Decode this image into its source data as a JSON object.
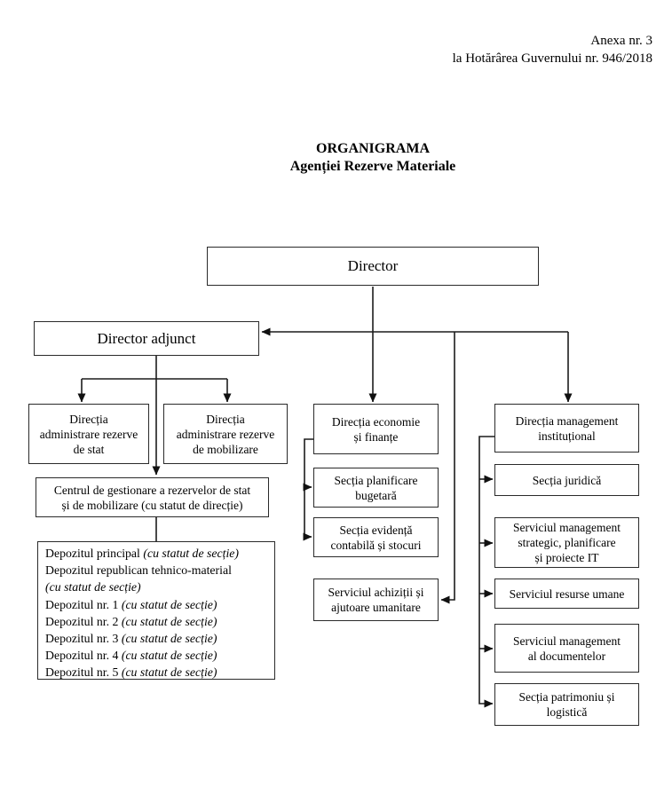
{
  "header": {
    "annex_line1": "Anexa nr. 3",
    "annex_line2": "la Hotărârea Guvernului nr. 946/2018",
    "title_line1": "ORGANIGRAMA",
    "title_line2": "Agenției Rezerve Materiale"
  },
  "nodes": {
    "director": "Director",
    "director_adjunct": "Director adjunct",
    "dir_rezerve_stat": "Direcția\nadministrare rezerve\nde stat",
    "dir_rezerve_mobilizare": "Direcția\nadministrare rezerve\nde mobilizare",
    "centrul": "Centrul de gestionare a rezervelor de stat\nși de mobilizare (cu statut de direcție)",
    "dir_economie": "Direcția economie\nși finanțe",
    "sectia_planificare": "Secția planificare\nbugetară",
    "sectia_evidenta": "Secția evidență\ncontabilă și stocuri",
    "serviciul_achizitii": "Serviciul achiziții și\najutoare umanitare",
    "dir_management": "Direcția management\ninstituțional",
    "sectia_juridica": "Secția juridică",
    "serviciul_strategic": "Serviciul management\nstrategic, planificare\nși proiecte IT",
    "serviciul_resurse": "Serviciul resurse umane",
    "serviciul_documente": "Serviciul management\nal documentelor",
    "sectia_patrimoniu": "Secția patrimoniu și\nlogistică"
  },
  "depot": {
    "items": [
      {
        "name": "Depozitul principal",
        "note": "(cu statut de secție)"
      },
      {
        "name": "Depozitul republican tehnico-material",
        "note": "(cu statut de secție)"
      },
      {
        "name": "Depozitul nr. 1",
        "note": "(cu statut de secție)"
      },
      {
        "name": "Depozitul nr. 2",
        "note": "(cu statut de secție)"
      },
      {
        "name": "Depozitul nr. 3",
        "note": "(cu statut de secție)"
      },
      {
        "name": "Depozitul nr. 4",
        "note": "(cu statut de secție)"
      },
      {
        "name": "Depozitul nr. 5",
        "note": "(cu statut de secție)"
      }
    ]
  },
  "edges": [
    {
      "from": "Director",
      "to": "Director adjunct"
    },
    {
      "from": "Director",
      "to": "Direcția economie și finanțe"
    },
    {
      "from": "Director",
      "to": "Direcția management instituțional"
    },
    {
      "from": "Director",
      "to": "Serviciul achiziții și ajutoare umanitare"
    },
    {
      "from": "Director adjunct",
      "to": "Direcția administrare rezerve de stat"
    },
    {
      "from": "Director adjunct",
      "to": "Direcția administrare rezerve de mobilizare"
    },
    {
      "from": "Director adjunct",
      "to": "Centrul de gestionare a rezervelor de stat și de mobilizare (cu statut de direcție)"
    },
    {
      "from": "Centrul de gestionare",
      "to": "Depozite"
    },
    {
      "from": "Direcția economie și finanțe",
      "to": "Secția planificare bugetară"
    },
    {
      "from": "Direcția economie și finanțe",
      "to": "Secția evidență contabilă și stocuri"
    },
    {
      "from": "Direcția management instituțional",
      "to": "Secția juridică"
    },
    {
      "from": "Direcția management instituțional",
      "to": "Serviciul management strategic, planificare și proiecte IT"
    },
    {
      "from": "Direcția management instituțional",
      "to": "Serviciul resurse umane"
    },
    {
      "from": "Direcția management instituțional",
      "to": "Serviciul management al documentelor"
    },
    {
      "from": "Direcția management instituțional",
      "to": "Secția patrimoniu și logistică"
    }
  ],
  "colors": {
    "line": "#1c1c1c",
    "box_border": "#2a2a2a",
    "background": "#ffffff",
    "text": "#000000"
  }
}
